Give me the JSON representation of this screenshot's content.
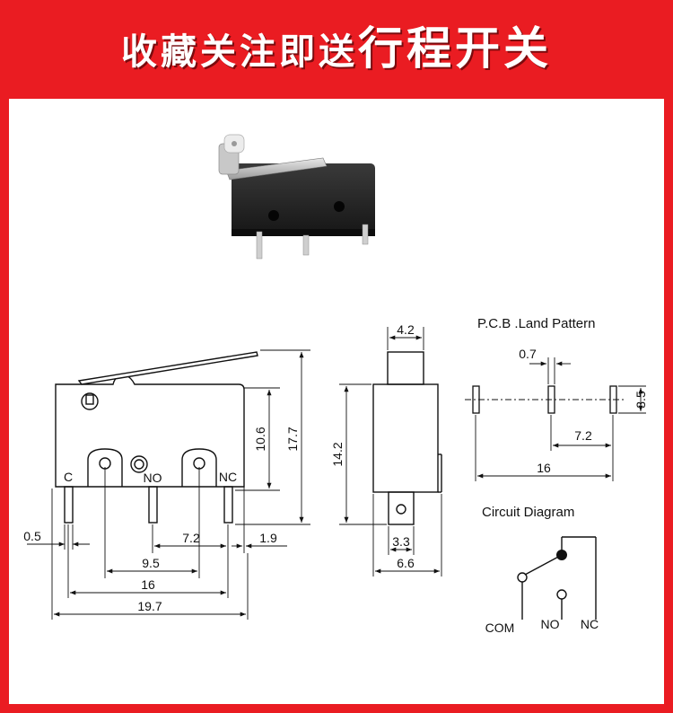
{
  "banner": {
    "prefix": "收藏关注即送",
    "highlight": "行程开关"
  },
  "colors": {
    "banner_red": "#ea1c22",
    "line": "#111111"
  },
  "side_view": {
    "dims": {
      "height_10_6": "10.6",
      "height_17_7": "17.7",
      "pin_0_5": "0.5",
      "pitch_7_2": "7.2",
      "offset_1_9": "1.9",
      "pitch_9_5": "9.5",
      "span_16": "16",
      "length_19_7": "19.7"
    },
    "labels": {
      "c": "C",
      "no": "NO",
      "nc": "NC"
    }
  },
  "end_view": {
    "dims": {
      "top_4_2": "4.2",
      "height_14_2": "14.2",
      "pin_3_3": "3.3",
      "width_6_6": "6.6"
    }
  },
  "pcb": {
    "title": "P.C.B .Land  Pattern",
    "dims": {
      "pad_0_7": "0.7",
      "pad_3_5": "3.5",
      "pitch_7_2": "7.2",
      "span_16": "16"
    }
  },
  "circuit": {
    "title": "Circuit  Diagram",
    "labels": {
      "com": "COM",
      "no": "NO",
      "nc": "NC"
    }
  }
}
